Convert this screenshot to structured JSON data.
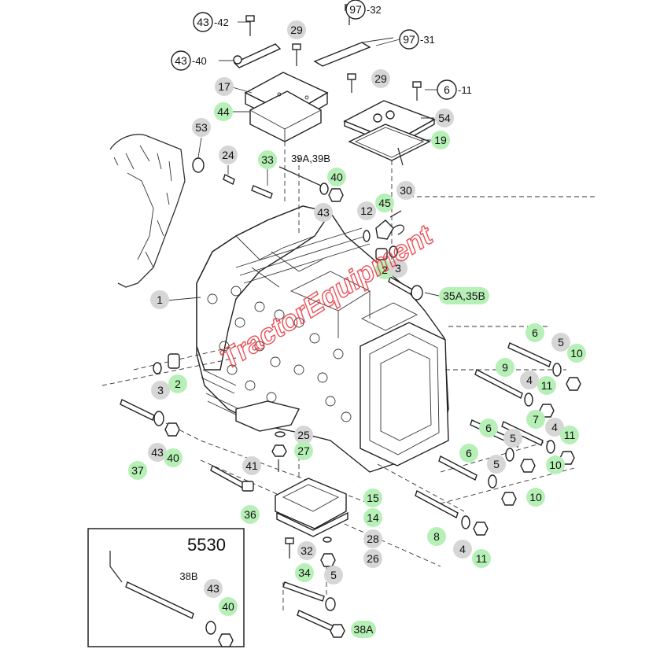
{
  "diagram": {
    "callouts": [
      {
        "label": "43",
        "style": "circle",
        "suffix": "-42"
      },
      {
        "label": "43",
        "style": "circle",
        "suffix": "-40"
      },
      {
        "label": "97",
        "style": "circle",
        "suffix": "-32"
      },
      {
        "label": "97",
        "style": "circle",
        "suffix": "-31"
      },
      {
        "label": "6",
        "style": "circle",
        "suffix": "-11"
      },
      {
        "label": "29",
        "style": "grey"
      },
      {
        "label": "29",
        "style": "grey"
      },
      {
        "label": "17",
        "style": "grey"
      },
      {
        "label": "44",
        "style": "green"
      },
      {
        "label": "54",
        "style": "grey"
      },
      {
        "label": "19",
        "style": "green"
      },
      {
        "label": "53",
        "style": "grey"
      },
      {
        "label": "24",
        "style": "grey"
      },
      {
        "label": "33",
        "style": "green"
      },
      {
        "label": "39A,39B",
        "style": "text"
      },
      {
        "label": "40",
        "style": "green"
      },
      {
        "label": "43",
        "style": "grey"
      },
      {
        "label": "12",
        "style": "grey"
      },
      {
        "label": "45",
        "style": "green"
      },
      {
        "label": "30",
        "style": "grey"
      },
      {
        "label": "2",
        "style": "green"
      },
      {
        "label": "3",
        "style": "grey"
      },
      {
        "label": "35A,35B",
        "style": "text-green"
      },
      {
        "label": "1",
        "style": "grey"
      },
      {
        "label": "6",
        "style": "green"
      },
      {
        "label": "5",
        "style": "grey"
      },
      {
        "label": "10",
        "style": "green"
      },
      {
        "label": "9",
        "style": "green"
      },
      {
        "label": "4",
        "style": "grey"
      },
      {
        "label": "11",
        "style": "green"
      },
      {
        "label": "3",
        "style": "grey"
      },
      {
        "label": "2",
        "style": "green"
      },
      {
        "label": "7",
        "style": "green"
      },
      {
        "label": "4",
        "style": "grey"
      },
      {
        "label": "11",
        "style": "green"
      },
      {
        "label": "6",
        "style": "green"
      },
      {
        "label": "5",
        "style": "grey"
      },
      {
        "label": "10",
        "style": "green"
      },
      {
        "label": "6",
        "style": "green"
      },
      {
        "label": "5",
        "style": "grey"
      },
      {
        "label": "10",
        "style": "green"
      },
      {
        "label": "25",
        "style": "grey"
      },
      {
        "label": "27",
        "style": "green"
      },
      {
        "label": "41",
        "style": "grey"
      },
      {
        "label": "43",
        "style": "grey"
      },
      {
        "label": "40",
        "style": "green"
      },
      {
        "label": "37",
        "style": "green"
      },
      {
        "label": "36",
        "style": "green"
      },
      {
        "label": "15",
        "style": "green"
      },
      {
        "label": "14",
        "style": "green"
      },
      {
        "label": "28",
        "style": "grey"
      },
      {
        "label": "32",
        "style": "grey"
      },
      {
        "label": "26",
        "style": "grey"
      },
      {
        "label": "8",
        "style": "green"
      },
      {
        "label": "4",
        "style": "grey"
      },
      {
        "label": "11",
        "style": "green"
      },
      {
        "label": "34",
        "style": "green"
      },
      {
        "label": "5",
        "style": "grey"
      },
      {
        "label": "38A",
        "style": "text-green"
      }
    ],
    "inset": {
      "model": "5530",
      "callouts": [
        {
          "label": "38B",
          "style": "text"
        },
        {
          "label": "43",
          "style": "grey"
        },
        {
          "label": "40",
          "style": "green"
        }
      ]
    },
    "colors": {
      "grey_badge": "#d6d6d6",
      "green_badge": "#b7f0b7",
      "line": "#333333",
      "watermark": "#e8323c"
    },
    "watermark_text": "TractorEquipment"
  }
}
